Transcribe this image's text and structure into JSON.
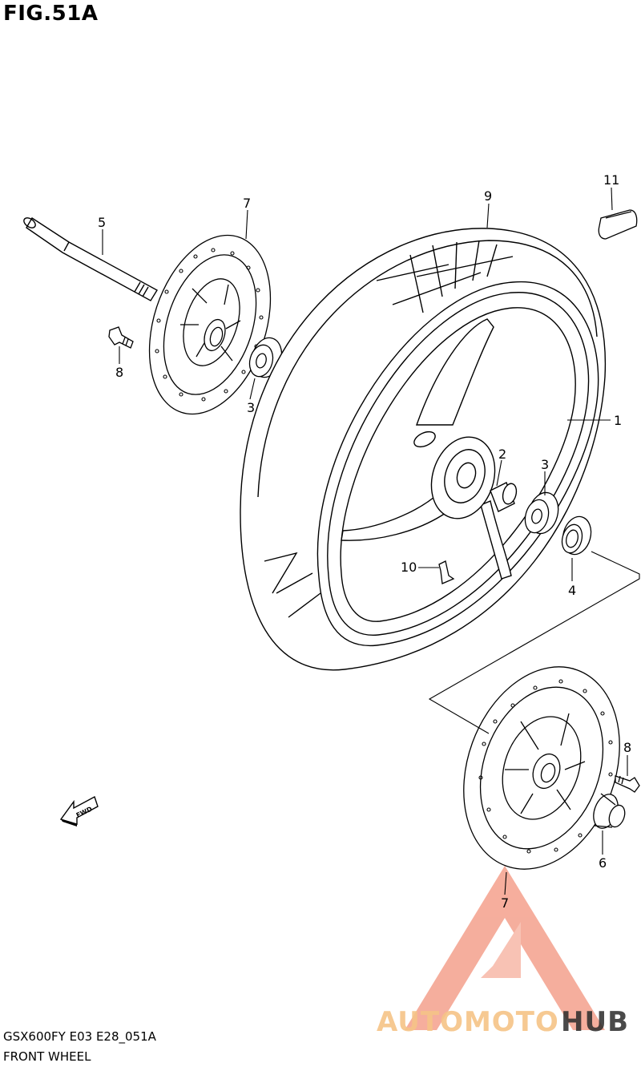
{
  "figure": {
    "title": "FIG.51A"
  },
  "footer": {
    "model_code": "GSX600FY E03 E28_051A",
    "section_name": "FRONT WHEEL"
  },
  "callouts": {
    "c1": "1",
    "c2": "2",
    "c3a": "3",
    "c3b": "3",
    "c4": "4",
    "c5": "5",
    "c6": "6",
    "c7a": "7",
    "c7b": "7",
    "c8a": "8",
    "c8b": "8",
    "c9": "9",
    "c10": "10",
    "c11": "11"
  },
  "fwd_arrow": {
    "label": "FWD"
  },
  "watermark": {
    "part1": "AUTOMOTO",
    "part2": "HUB",
    "color_primary": "#f4a08c",
    "color_secondary": "#2b2b2b",
    "accent": "#f6c487"
  }
}
